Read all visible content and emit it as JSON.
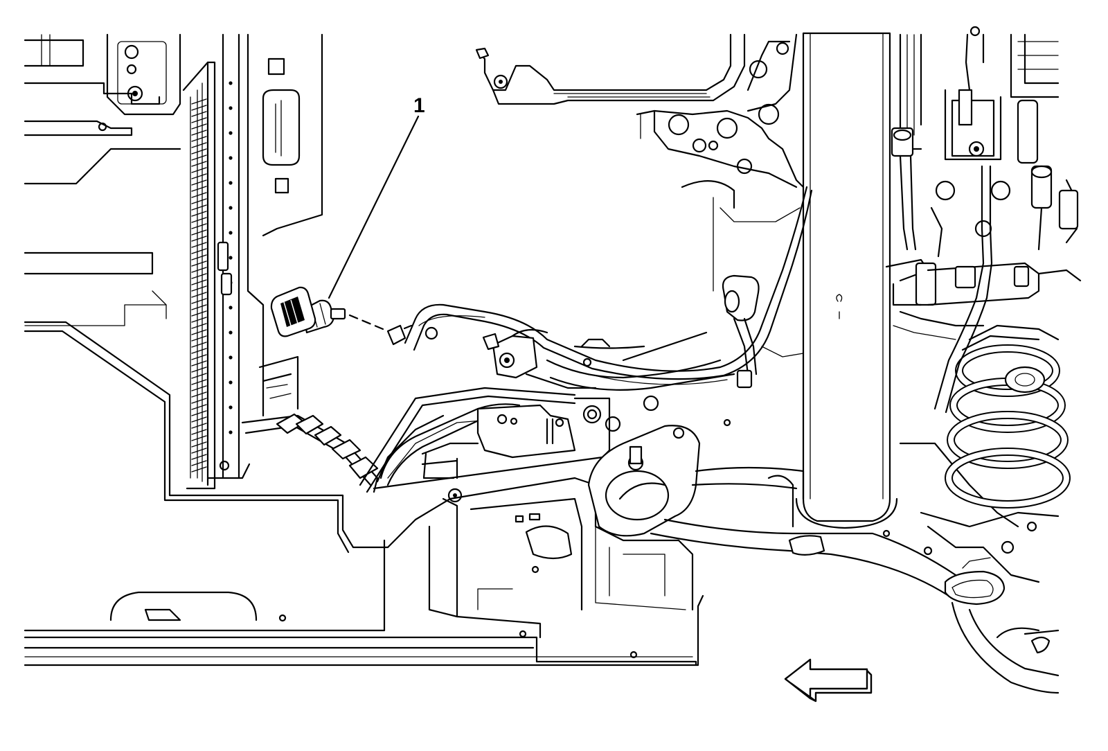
{
  "diagram": {
    "callouts": [
      {
        "label": "1",
        "target": "component-connector"
      }
    ],
    "direction_arrow": {
      "direction": "left"
    }
  }
}
